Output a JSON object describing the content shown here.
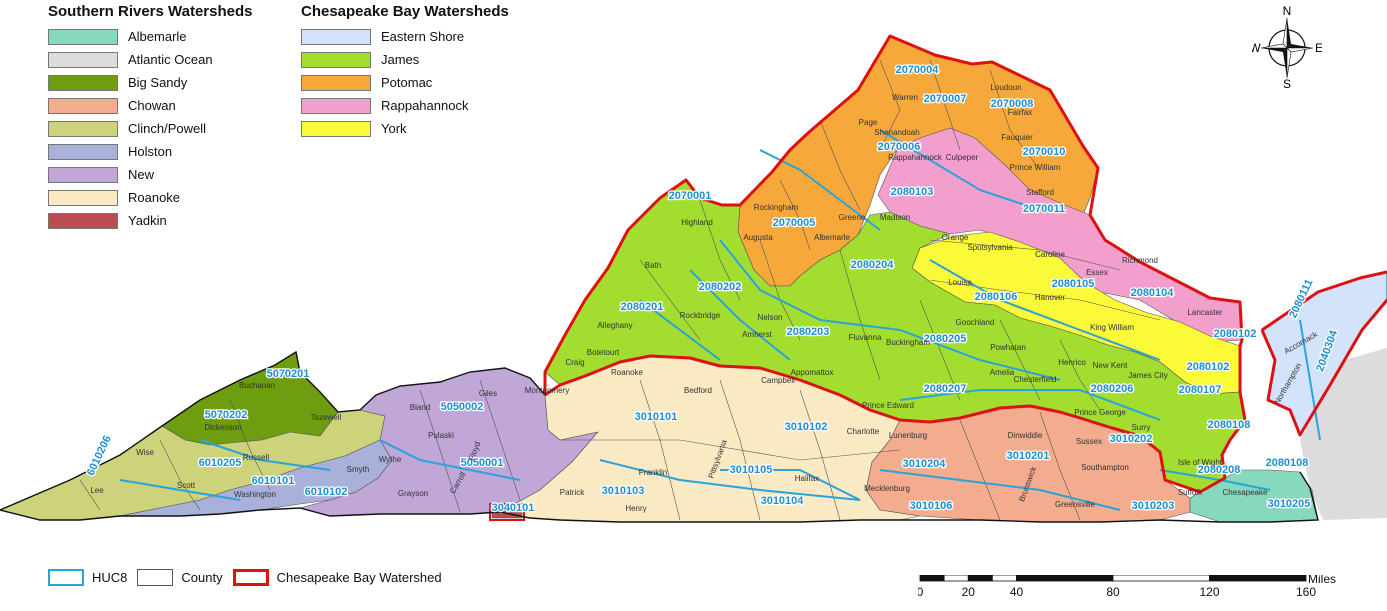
{
  "legend": {
    "southern_title": "Southern Rivers Watersheds",
    "southern": [
      {
        "label": "Albemarle",
        "color": "#86d9bd"
      },
      {
        "label": "Atlantic Ocean",
        "color": "#dcdcdc"
      },
      {
        "label": "Big Sandy",
        "color": "#6e9e10"
      },
      {
        "label": "Chowan",
        "color": "#f3ac8e"
      },
      {
        "label": "Clinch/Powell",
        "color": "#cdd37a"
      },
      {
        "label": "Holston",
        "color": "#a9b0da"
      },
      {
        "label": "New",
        "color": "#c1a6d8"
      },
      {
        "label": "Roanoke",
        "color": "#faeac4"
      },
      {
        "label": "Yadkin",
        "color": "#bb4c50"
      }
    ],
    "chesapeake_title": "Chesapeake Bay Watersheds",
    "chesapeake": [
      {
        "label": "Eastern Shore",
        "color": "#d3e3fb"
      },
      {
        "label": "James",
        "color": "#a3dd30"
      },
      {
        "label": "Potomac",
        "color": "#f6a93a"
      },
      {
        "label": "Rappahannock",
        "color": "#f29fcd"
      },
      {
        "label": "York",
        "color": "#fafa38"
      }
    ]
  },
  "bottom_legend": {
    "huc8": "HUC8",
    "county": "County",
    "watershed": "Chesapeake Bay Watershed",
    "huc8_color": "#29a3db",
    "county_color": "#555555",
    "watershed_color": "#dd1111"
  },
  "scale_bar": {
    "unit": "Miles",
    "ticks": [
      "0",
      "20",
      "40",
      "80",
      "120",
      "160"
    ],
    "tick_values": [
      0,
      20,
      40,
      80,
      120,
      160
    ]
  },
  "compass": {
    "n": "N",
    "s": "S",
    "e": "E",
    "w": "W"
  },
  "huc_labels": [
    "2070004",
    "2070007",
    "2070008",
    "2070006",
    "2070010",
    "2080103",
    "2070001",
    "2070005",
    "2070011",
    "2080204",
    "2080105",
    "2080104",
    "2080106",
    "2080202",
    "2080201",
    "2080102",
    "2080203",
    "2080205",
    "2080107",
    "2080102",
    "2080207",
    "2080206",
    "2080108",
    "2080208",
    "2080108",
    "2080111",
    "2040304",
    "5070201",
    "5050002",
    "5070202",
    "3010101",
    "3010102",
    "6010206",
    "6010205",
    "6010101",
    "5050001",
    "3010202",
    "3010204",
    "3010201",
    "3010105",
    "6010102",
    "3010103",
    "3010104",
    "3040101",
    "3010106",
    "3010203",
    "3010205"
  ],
  "county_labels": [
    "Shenandoah",
    "Warren",
    "Loudoun",
    "Fairfax",
    "Fauquier",
    "Page",
    "Rappahannock",
    "Culpeper",
    "Prince William",
    "Stafford",
    "Rockingham",
    "Madison",
    "Orange",
    "Highland",
    "Augusta",
    "Albemarle",
    "Greene",
    "Spotsylvania",
    "Caroline",
    "Essex",
    "Richmond",
    "Louisa",
    "Bath",
    "Hanover",
    "Lancaster",
    "King William",
    "Alleghany",
    "Rockbridge",
    "Nelson",
    "Fluvanna",
    "Goochland",
    "Accomack",
    "Craig",
    "Botetourt",
    "Amherst",
    "Buckingham",
    "Powhatan",
    "Henrico",
    "New Kent",
    "James City",
    "Northampton",
    "Appomattox",
    "Amelia",
    "Chesterfield",
    "Prince Edward",
    "Prince George",
    "Surry",
    "Suffolk",
    "Roanoke",
    "Bedford",
    "Campbell",
    "Montgomery",
    "Giles",
    "Bland",
    "Buchanan",
    "Dickenson",
    "Tazewell",
    "Wise",
    "Russell",
    "Pulaski",
    "Wythe",
    "Smyth",
    "Floyd",
    "Franklin",
    "Charlotte",
    "Lunenburg",
    "Dinwiddie",
    "Sussex",
    "Southampton",
    "Scott",
    "Lee",
    "Washington",
    "Grayson",
    "Carroll",
    "Patrick",
    "Henry",
    "Pittsylvania",
    "Halifax",
    "Mecklenburg",
    "Brunswick",
    "Greensville",
    "Isle of Wight",
    "Chesapeake"
  ]
}
